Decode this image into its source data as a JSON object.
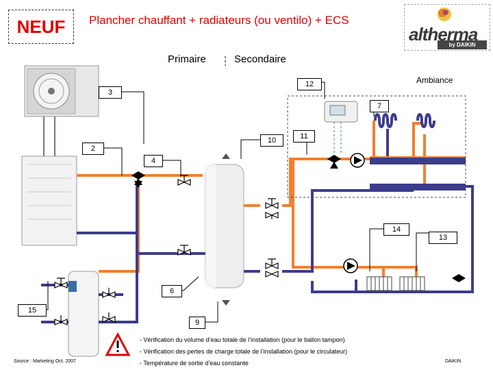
{
  "header": {
    "badge": "NEUF",
    "title": "Plancher chauffant + radiateurs (ou ventilo) + ECS",
    "logo_word": "altherma",
    "logo_by": "by DAIKIN"
  },
  "sections": {
    "primary": "Primaire",
    "secondary": "Secondaire"
  },
  "labels": {
    "ambiance": "Ambiance",
    "n2": "2",
    "n3": "3",
    "n4": "4",
    "n6": "6",
    "n7": "7",
    "n9": "9",
    "n10": "10",
    "n11": "11",
    "n12": "12",
    "n13": "13",
    "n14": "14",
    "n15": "15"
  },
  "notes": [
    "- Vérification du volume d’eau totale de l’installation (pour le ballon tampon)",
    "- Vérification des pertes de charge totale de l’installation (pour le circulateur)",
    "- Température de sortie d’eau constante"
  ],
  "footer": {
    "source": "Source : Marketing   Oct. 2007",
    "brand": "DAIKIN"
  },
  "colors": {
    "hot": "#f08030",
    "cold": "#3c3c8c",
    "title": "#e00000",
    "green": "#2aa040"
  }
}
